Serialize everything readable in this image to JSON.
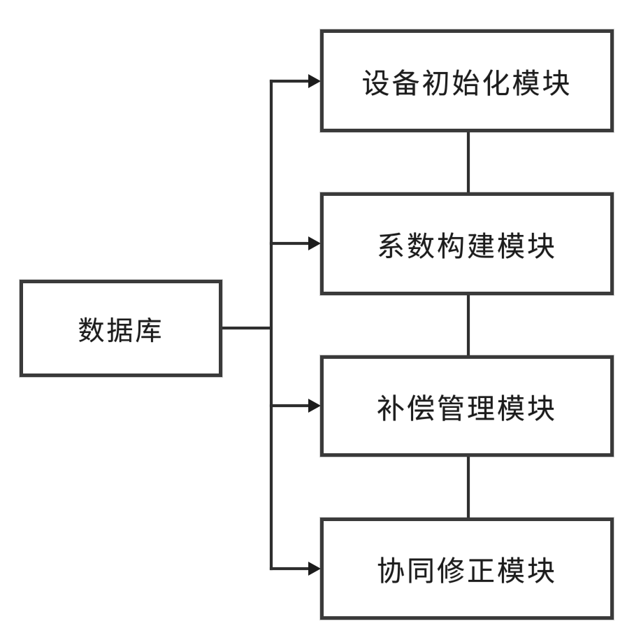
{
  "diagram": {
    "kind": "block-diagram",
    "background_color": "#ffffff",
    "line_color": "#2e2e2e",
    "text_color": "#1c1c1c",
    "database_box": {
      "label": "数据库"
    },
    "modules": [
      {
        "id": "device-init",
        "label": "设备初始化模块"
      },
      {
        "id": "coefficient",
        "label": "系数构建模块"
      },
      {
        "id": "compensation",
        "label": "补偿管理模块"
      },
      {
        "id": "collab-fix",
        "label": "协同修正模块"
      }
    ],
    "connections": [
      {
        "from": "数据库",
        "to": "设备初始化模块",
        "arrow": true
      },
      {
        "from": "数据库",
        "to": "系数构建模块",
        "arrow": true
      },
      {
        "from": "数据库",
        "to": "补偿管理模块",
        "arrow": true
      },
      {
        "from": "数据库",
        "to": "协同修正模块",
        "arrow": true
      },
      {
        "from": "设备初始化模块",
        "to": "系数构建模块",
        "arrow": false
      },
      {
        "from": "系数构建模块",
        "to": "补偿管理模块",
        "arrow": false
      },
      {
        "from": "补偿管理模块",
        "to": "协同修正模块",
        "arrow": false
      }
    ]
  }
}
